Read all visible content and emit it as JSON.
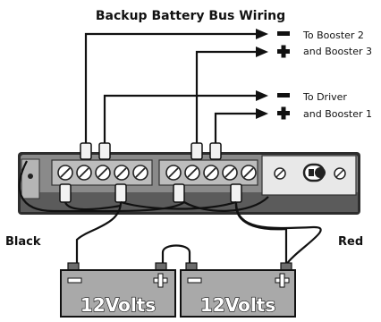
{
  "title": "Backup Battery Bus Wiring",
  "labels": {
    "booster23_line1": "To Booster 2",
    "booster23_line2": "and Booster 3",
    "driver_line1": "To Driver",
    "driver_line2": "and Booster 1",
    "black": "Black",
    "red": "Red"
  },
  "batteries": [
    {
      "label": "12Volts",
      "neg": "−",
      "pos": "+"
    },
    {
      "label": "12Volts",
      "neg": "−",
      "pos": "+"
    }
  ],
  "colors": {
    "bus_body": "#8a8a8a",
    "bus_dark": "#2d2d2d",
    "battery": "#a9a9a9",
    "wire": "#111111"
  }
}
